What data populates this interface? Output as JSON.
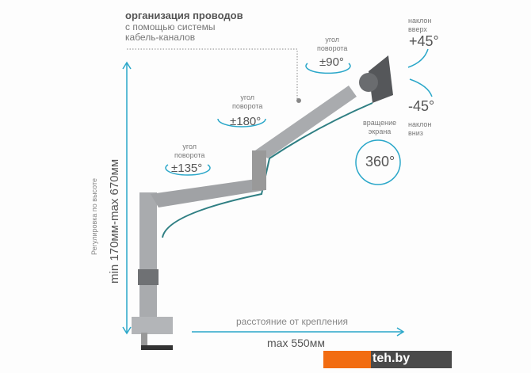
{
  "cable": {
    "title": "организация проводов",
    "line2": "с помощью системы",
    "line3": "кабель-каналов"
  },
  "rotation_label": "угол поворота",
  "rotation_label_l1": "угол",
  "rotation_label_l2": "поворота",
  "angles": {
    "joint1": "±135°",
    "joint2": "±180°",
    "head": "±90°"
  },
  "tilt": {
    "up_label_l1": "наклон",
    "up_label_l2": "вверх",
    "up_value": "+45°",
    "down_value": "-45°",
    "down_label_l1": "наклон",
    "down_label_l2": "вниз"
  },
  "screen_rotation": {
    "label_l1": "вращение",
    "label_l2": "экрана",
    "value": "360°"
  },
  "height": {
    "label": "Регулировка по высоте",
    "value": "min 170мм-max 670мм"
  },
  "reach": {
    "label": "расстояние от крепления",
    "value": "max 550мм"
  },
  "watermark": "teh.by",
  "colors": {
    "accent": "#2aa7c9",
    "arm": "#a9abae",
    "orange": "#f26c11"
  }
}
